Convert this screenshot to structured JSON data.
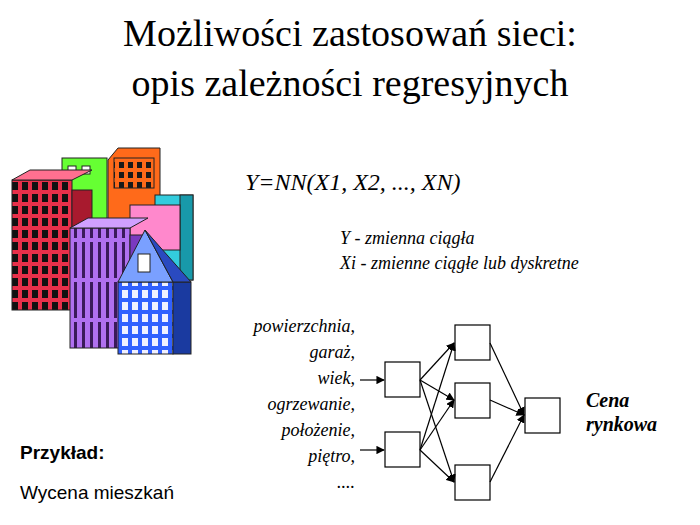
{
  "diagram": {
    "title": "Możliwości zastosowań sieci: opis zależności regresyjnych",
    "labels": [
      "Y=NN(X1, X2, ..., XN)",
      "Y - zmienna ciągła",
      "Xi - zmienne ciągłe lub dyskretne",
      "powierzchnia,",
      "garaż,",
      "wiek,",
      "ogrzewanie,",
      "położenie,",
      "piętro,",
      "....",
      "Cena rynkowa",
      "Przykład:",
      "Wycena mieszkań"
    ]
  }
}
